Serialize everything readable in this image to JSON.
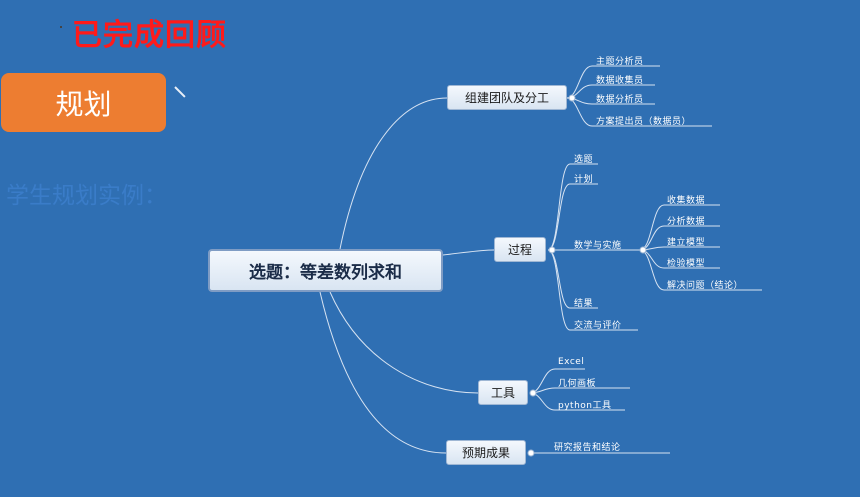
{
  "slide": {
    "title": "已完成回顾",
    "plan_label": "规划",
    "example_label": "学生规划实例："
  },
  "mindmap": {
    "root": "选题：等差数列求和",
    "branches": [
      {
        "label": "组建团队及分工",
        "children": [
          "主题分析员",
          "数据收集员",
          "数据分析员",
          "方案提出员（数据员）"
        ]
      },
      {
        "label": "过程",
        "children": [
          "选题",
          "计划",
          "数学与实施",
          "结果",
          "交流与评价"
        ],
        "sub_children": [
          "收集数据",
          "分析数据",
          "建立模型",
          "检验模型",
          "解决问题（结论）"
        ]
      },
      {
        "label": "工具",
        "children": [
          "Excel",
          "几何画板",
          "python工具"
        ]
      },
      {
        "label": "预期成果",
        "children": [
          "研究报告和结论"
        ]
      }
    ]
  },
  "colors": {
    "background": "#2f6fb3",
    "title": "#ff1a1a",
    "plan_button": "#ed7d31"
  }
}
